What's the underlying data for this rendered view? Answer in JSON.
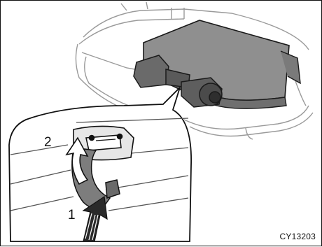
{
  "figure": {
    "step_labels": [
      "1",
      "2"
    ],
    "code": "CY13203"
  }
}
